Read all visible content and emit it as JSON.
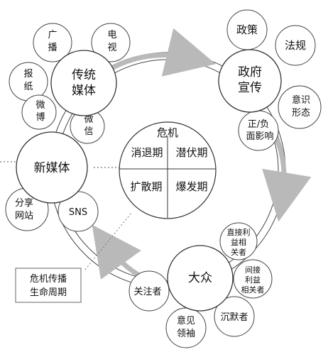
{
  "diagram": {
    "ring_arrow_color": "#b9b9b9",
    "circle_stroke": "#333333",
    "center": {
      "title": "危机",
      "quadrants": {
        "tl": "消退期",
        "tr": "潜伏期",
        "bl": "扩散期",
        "br": "爆发期"
      }
    },
    "nodes": {
      "traditional_media": {
        "line1": "传统",
        "line2": "媒体"
      },
      "government": {
        "line1": "政府",
        "line2": "宣传"
      },
      "new_media": {
        "label": "新媒体"
      },
      "public": {
        "label": "大众"
      }
    },
    "satellites": {
      "broadcast": {
        "line1": "广",
        "line2": "播"
      },
      "tv": {
        "line1": "电",
        "line2": "视"
      },
      "newspaper": {
        "line1": "报",
        "line2": "纸"
      },
      "weibo": {
        "line1": "微",
        "line2": "博"
      },
      "wechat": {
        "line1": "微",
        "line2": "信"
      },
      "policy": {
        "label": "政策"
      },
      "law": {
        "label": "法规"
      },
      "ideology": {
        "line1": "意识",
        "line2": "形态"
      },
      "influence": {
        "line1": "正/负",
        "line2": "面影响"
      },
      "share_sites": {
        "line1": "分享",
        "line2": "网站"
      },
      "sns": {
        "label": "SNS"
      },
      "direct_stake": {
        "line1": "直接利",
        "line2": "益相",
        "line3": "关者"
      },
      "indirect_stake": {
        "line1": "间接",
        "line2": "利益",
        "line3": "相关者"
      },
      "silent": {
        "label": "沉默者"
      },
      "opinion_leader": {
        "line1": "意见",
        "line2": "领袖"
      },
      "follower": {
        "label": "关注者"
      }
    },
    "caption": {
      "line1": "危机传播",
      "line2": "生命周期"
    }
  }
}
